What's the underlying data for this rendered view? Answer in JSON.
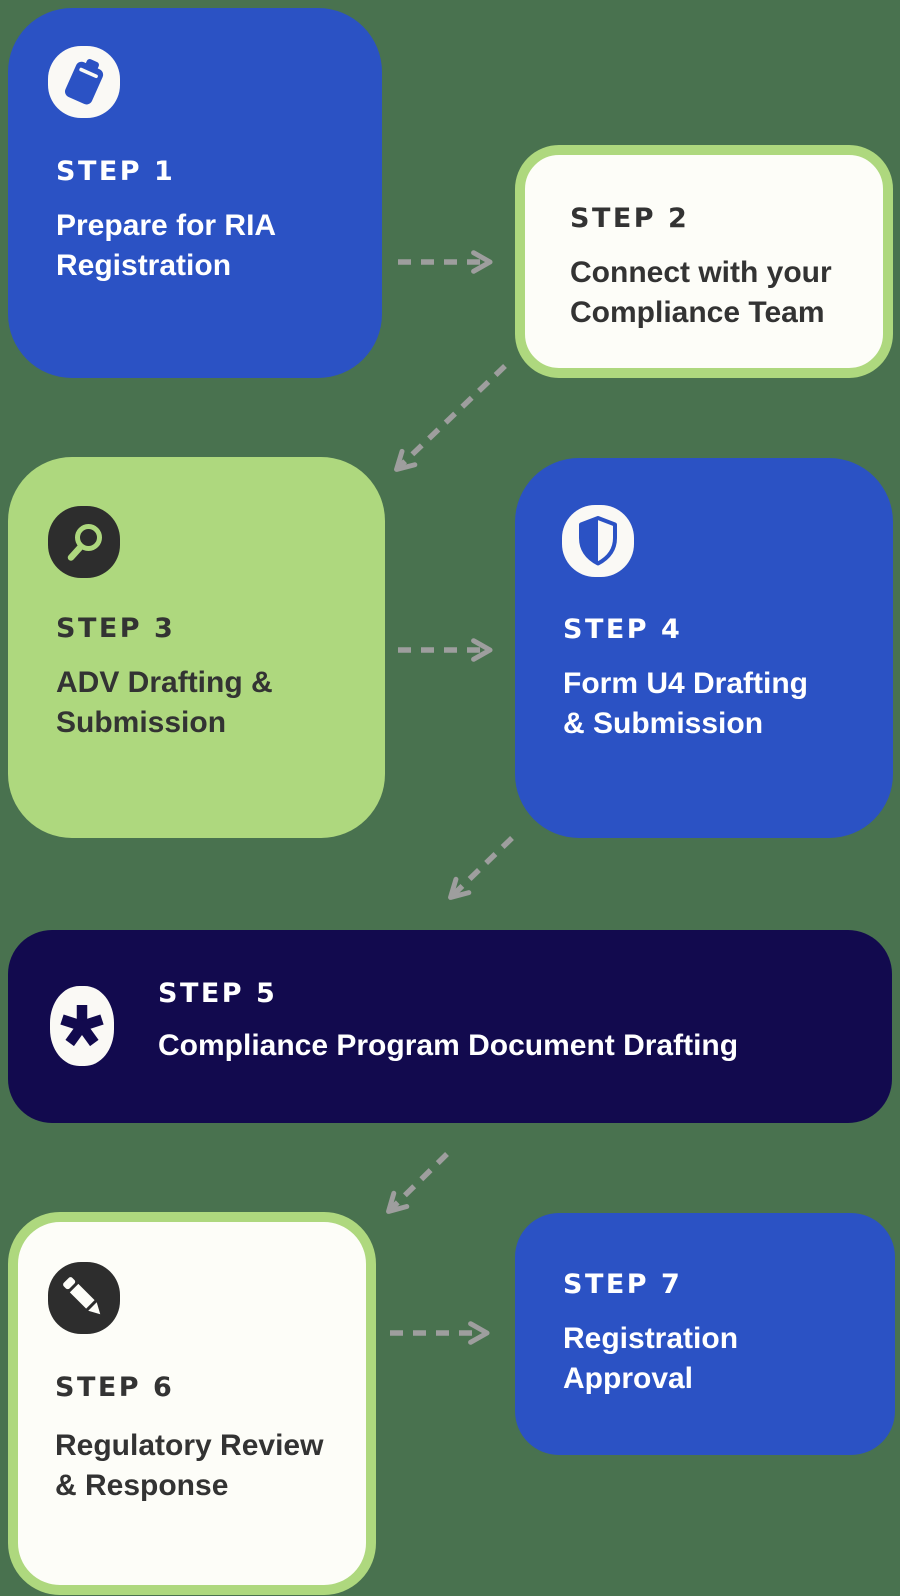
{
  "page": {
    "background_color": "#49724f",
    "description": "RIA registration 7-step process flow diagram"
  },
  "colors": {
    "blue_card": "#2b52c4",
    "green_card": "#aed87e",
    "navy_card": "#120a4e",
    "white_card": "#fdfdf8",
    "white_card_border": "#aed87e",
    "dark_text": "#333333",
    "light_text": "#ffffff",
    "icon_dark_blob": "#2d2d2d",
    "icon_light_blob": "#faf9f5",
    "arrow_gray": "#9e9e9e"
  },
  "steps": [
    {
      "label": "STEP 1",
      "title": "Prepare for RIA\nRegistration",
      "icon": "clipboard-icon",
      "variant": "blue"
    },
    {
      "label": "STEP 2",
      "title": "Connect with your\nCompliance Team",
      "icon": null,
      "variant": "white-green-border"
    },
    {
      "label": "STEP 3",
      "title": "ADV Drafting &\nSubmission",
      "icon": "magnifier-icon",
      "variant": "green"
    },
    {
      "label": "STEP 4",
      "title": "Form U4 Drafting\n& Submission",
      "icon": "shield-icon",
      "variant": "blue"
    },
    {
      "label": "STEP 5",
      "title": "Compliance Program Document Drafting",
      "icon": "asterisk-icon",
      "variant": "navy"
    },
    {
      "label": "STEP 6",
      "title": "Regulatory Review\n& Response",
      "icon": "pencil-icon",
      "variant": "white-green-border"
    },
    {
      "label": "STEP 7",
      "title": "Registration\nApproval",
      "icon": null,
      "variant": "blue"
    }
  ],
  "connectors": [
    {
      "from": "STEP 1",
      "to": "STEP 2",
      "style": "dashed",
      "direction": "right"
    },
    {
      "from": "STEP 2",
      "to": "STEP 3",
      "style": "dashed",
      "direction": "down-left"
    },
    {
      "from": "STEP 3",
      "to": "STEP 4",
      "style": "dashed",
      "direction": "right"
    },
    {
      "from": "STEP 4",
      "to": "STEP 5",
      "style": "dashed",
      "direction": "down-left"
    },
    {
      "from": "STEP 5",
      "to": "STEP 6",
      "style": "dashed",
      "direction": "down-left"
    },
    {
      "from": "STEP 6",
      "to": "STEP 7",
      "style": "dashed",
      "direction": "right"
    }
  ]
}
